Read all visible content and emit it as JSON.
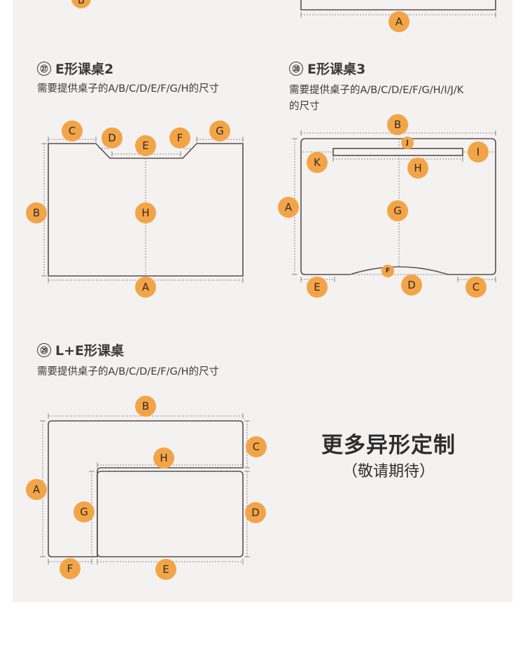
{
  "sections": [
    {
      "number": "㉗",
      "title": "E形课桌2",
      "description": "需要提供桌子的A/B/C/D/E/F/G/H的尺寸"
    },
    {
      "number": "㉘",
      "title": "E形课桌3",
      "description_line1": "需要提供桌子的A/B/C/D/E/F/G/H/I/J/K",
      "description_line2": "的尺寸"
    },
    {
      "number": "㉙",
      "title": "L+E形课桌",
      "description": "需要提供桌子的A/B/C/D/E/F/G/H的尺寸"
    }
  ],
  "more": {
    "title": "更多异形定制",
    "subtitle": "（敬请期待）"
  },
  "top_labels": {
    "left": "B",
    "right": "A"
  },
  "diagram27": {
    "C": "C",
    "D": "D",
    "E": "E",
    "F": "F",
    "G": "G",
    "B": "B",
    "H": "H",
    "A": "A"
  },
  "diagram28": {
    "B": "B",
    "J": "J",
    "I": "I",
    "K": "K",
    "H": "H",
    "A": "A",
    "G": "G",
    "F": "F",
    "E": "E",
    "D": "D",
    "C": "C"
  },
  "diagram29": {
    "B": "B",
    "C": "C",
    "H": "H",
    "A": "A",
    "G": "G",
    "D": "D",
    "F": "F",
    "E": "E"
  },
  "colors": {
    "badge": "#f3a447",
    "outline": "#5a4d4f",
    "dim": "#8a8a8a",
    "panel": "#f4f2f1"
  }
}
